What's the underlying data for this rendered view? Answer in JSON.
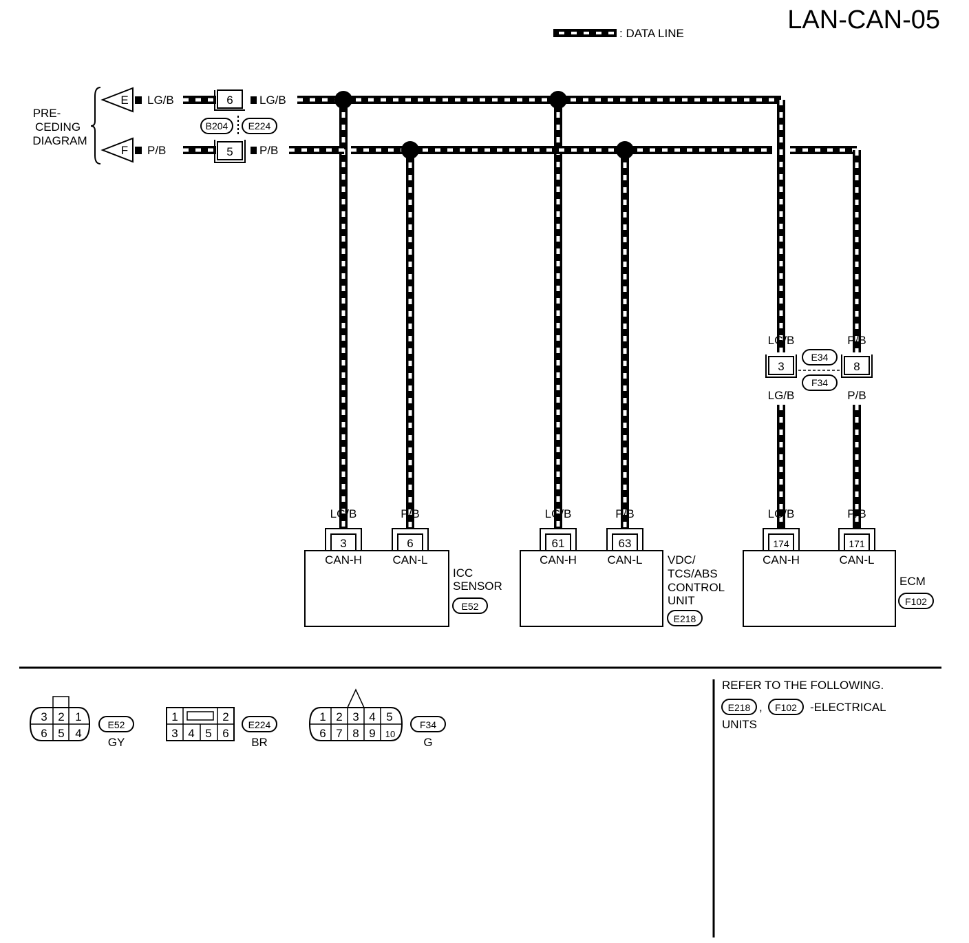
{
  "header": {
    "diagram_id": "LAN-CAN-05",
    "legend_label": ": DATA LINE"
  },
  "preceding": {
    "label_lines": [
      "PRE-",
      "CEDING",
      "DIAGRAM"
    ],
    "connectors": [
      {
        "flag": "E",
        "wire_left": "LG/B",
        "pin": "6",
        "wire_right": "LG/B"
      },
      {
        "flag": "F",
        "wire_left": "P/B",
        "pin": "5",
        "wire_right": "P/B"
      }
    ],
    "connector_ids": [
      "B204",
      "E224"
    ]
  },
  "midjoint": {
    "left": {
      "wire_top": "LG/B",
      "pin": "3",
      "wire_bottom": "LG/B"
    },
    "right": {
      "wire_top": "P/B",
      "pin": "8",
      "wire_bottom": "P/B"
    },
    "connector_ids": [
      "E34",
      "F34"
    ]
  },
  "units": [
    {
      "name_lines": [
        "ICC",
        "SENSOR"
      ],
      "connector_id": "E52",
      "pins": [
        {
          "wire": "LG/B",
          "pin": "3",
          "signal": "CAN-H"
        },
        {
          "wire": "P/B",
          "pin": "6",
          "signal": "CAN-L"
        }
      ]
    },
    {
      "name_lines": [
        "VDC/",
        "TCS/ABS",
        "CONTROL",
        "UNIT"
      ],
      "connector_id": "E218",
      "pins": [
        {
          "wire": "LG/B",
          "pin": "61",
          "signal": "CAN-H"
        },
        {
          "wire": "P/B",
          "pin": "63",
          "signal": "CAN-L"
        }
      ]
    },
    {
      "name_lines": [
        "ECM"
      ],
      "connector_id": "F102",
      "pins": [
        {
          "wire": "LG/B",
          "pin": "174",
          "signal": "CAN-H"
        },
        {
          "wire": "P/B",
          "pin": "171",
          "signal": "CAN-L"
        }
      ]
    }
  ],
  "connector_faces": [
    {
      "id": "E52",
      "color": "GY",
      "pins_top": [
        "3",
        "2",
        "1"
      ],
      "pins_bottom": [
        "6",
        "5",
        "4"
      ]
    },
    {
      "id": "E224",
      "color": "BR",
      "pins_top": [
        "1",
        "2"
      ],
      "pins_bottom": [
        "3",
        "4",
        "5",
        "6"
      ]
    },
    {
      "id": "F34",
      "color": "G",
      "pins_top": [
        "1",
        "2",
        "3",
        "4",
        "5"
      ],
      "pins_bottom": [
        "6",
        "7",
        "8",
        "9",
        "10"
      ]
    }
  ],
  "refer": {
    "heading": "REFER TO THE FOLLOWING.",
    "ids": [
      "E218",
      "F102"
    ],
    "separator": ",",
    "suffix": "-ELECTRICAL",
    "suffix2": "UNITS"
  }
}
